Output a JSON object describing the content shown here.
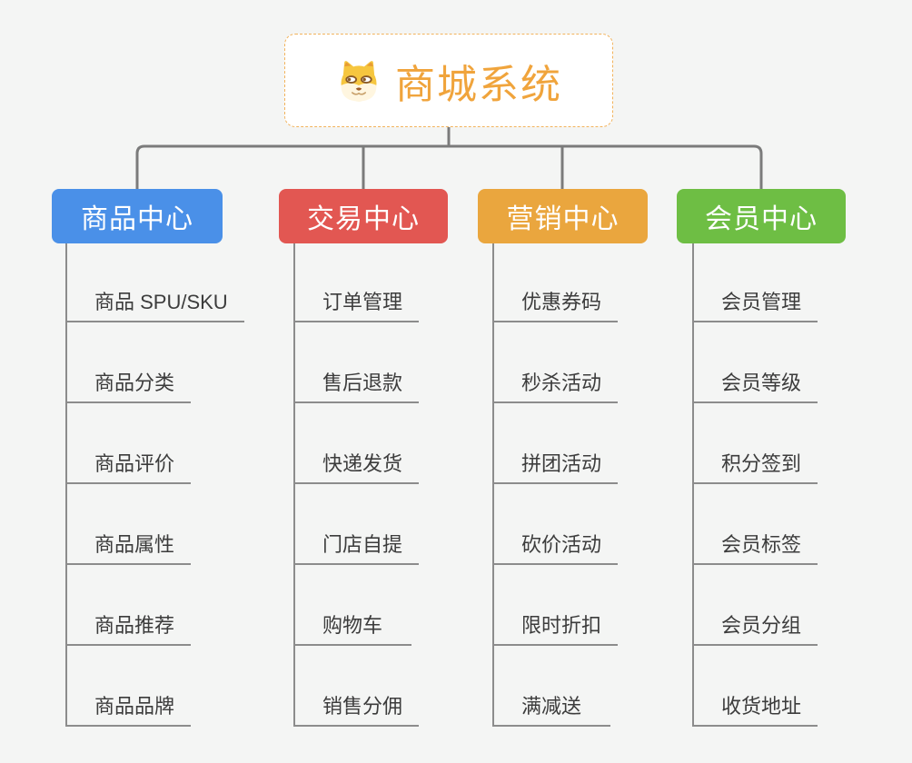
{
  "root": {
    "title": "商城系统",
    "icon": "shiba-dog-icon"
  },
  "branches": [
    {
      "label": "商品中心",
      "color": "#4A90E8",
      "items": [
        "商品 SPU/SKU",
        "商品分类",
        "商品评价",
        "商品属性",
        "商品推荐",
        "商品品牌"
      ]
    },
    {
      "label": "交易中心",
      "color": "#E25752",
      "items": [
        "订单管理",
        "售后退款",
        "快递发货",
        "门店自提",
        "购物车",
        "销售分佣"
      ]
    },
    {
      "label": "营销中心",
      "color": "#EAA63E",
      "items": [
        "优惠券码",
        "秒杀活动",
        "拼团活动",
        "砍价活动",
        "限时折扣",
        "满减送"
      ]
    },
    {
      "label": "会员中心",
      "color": "#6EBE44",
      "items": [
        "会员管理",
        "会员等级",
        "积分签到",
        "会员标签",
        "会员分组",
        "收货地址"
      ]
    }
  ],
  "colors": {
    "background": "#F4F5F4",
    "root_border": "#F2B35C",
    "root_title": "#F0A43C",
    "connector_line": "#7B7B7B",
    "item_underline": "#8C8C8C",
    "item_text": "#3C3C3C",
    "branch_text": "#FFFFFF"
  }
}
